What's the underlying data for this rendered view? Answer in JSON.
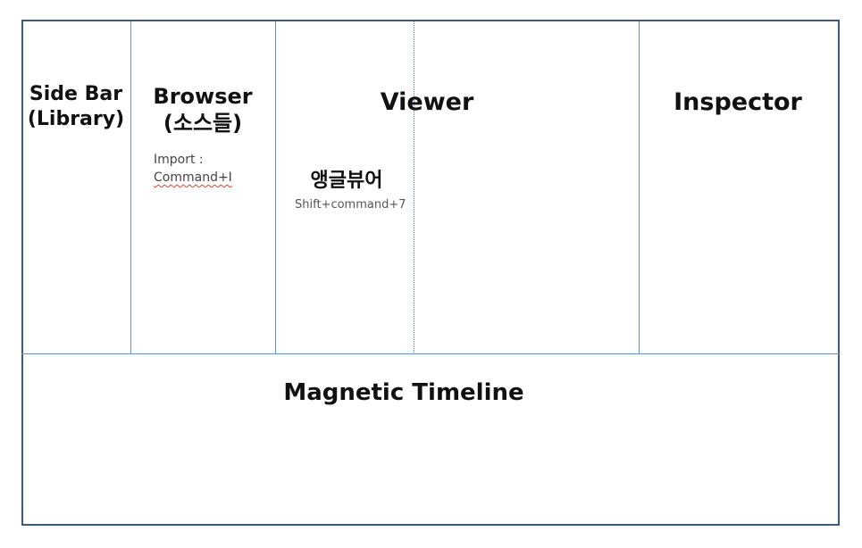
{
  "panels": {
    "sidebar": {
      "title_line1": "Side Bar",
      "title_line2": "(Library)"
    },
    "browser": {
      "title_line1": "Browser",
      "title_line2": "(소스들)",
      "note_line1": "Import :",
      "note_line2": "Command+I"
    },
    "viewer": {
      "title": "Viewer",
      "angle_viewer_label": "앵글뷰어",
      "angle_viewer_shortcut": "Shift+command+7"
    },
    "inspector": {
      "title": "Inspector"
    },
    "timeline": {
      "title": "Magnetic Timeline"
    }
  },
  "colors": {
    "frame_border": "#3e5a7a",
    "divider": "#6f8fb8",
    "spellcheck_underline": "#e0413a"
  }
}
